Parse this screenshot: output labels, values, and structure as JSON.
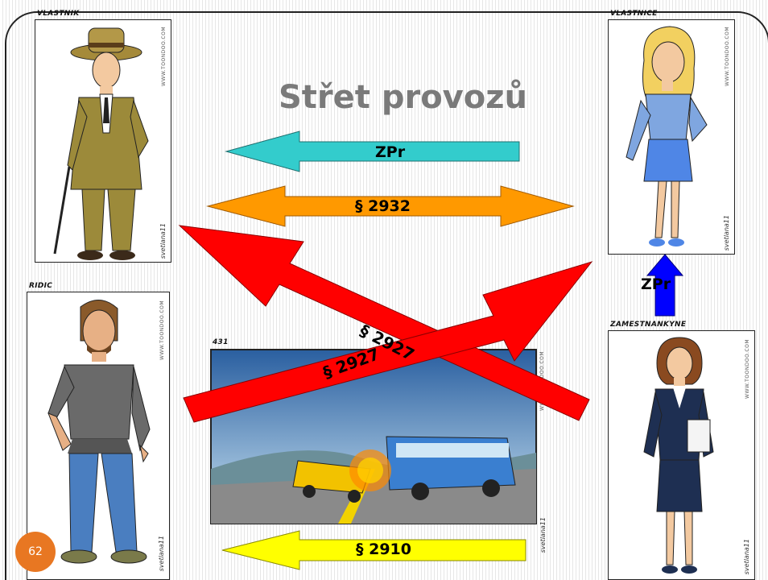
{
  "title": "Střet provozů",
  "page_number": "62",
  "panels": {
    "owner_man": {
      "label": "VLASTNIK",
      "watermark": "WWW.TOONDOO.COM",
      "signature": "svetlana11"
    },
    "owner_woman": {
      "label": "VLASTNICE",
      "watermark": "WWW.TOONDOO.COM",
      "signature": "svetlana11"
    },
    "driver": {
      "label": "RIDIC",
      "watermark": "WWW.TOONDOO.COM",
      "signature": "svetlana11"
    },
    "employee": {
      "label": "ZAMESTNANKYNE",
      "watermark": "WWW.TOONDOO.COM",
      "signature": "svetlana11"
    },
    "crash": {
      "label": "431",
      "watermark": "WWW.TOONDOO.COM",
      "signature": "svetlana11"
    }
  },
  "arrows": {
    "zpr_left": "ZPr",
    "s2932": "§ 2932",
    "s2927_a": "§ 2927",
    "s2927_b": "§ 2927",
    "zpr_up": "ZPr",
    "s2910": "§ 2910"
  },
  "colors": {
    "cyan": "#33cccc",
    "orange": "#ff9900",
    "red": "#ff0000",
    "blue": "#0000ff",
    "yellow": "#ffff00",
    "badge": "#e87722"
  }
}
